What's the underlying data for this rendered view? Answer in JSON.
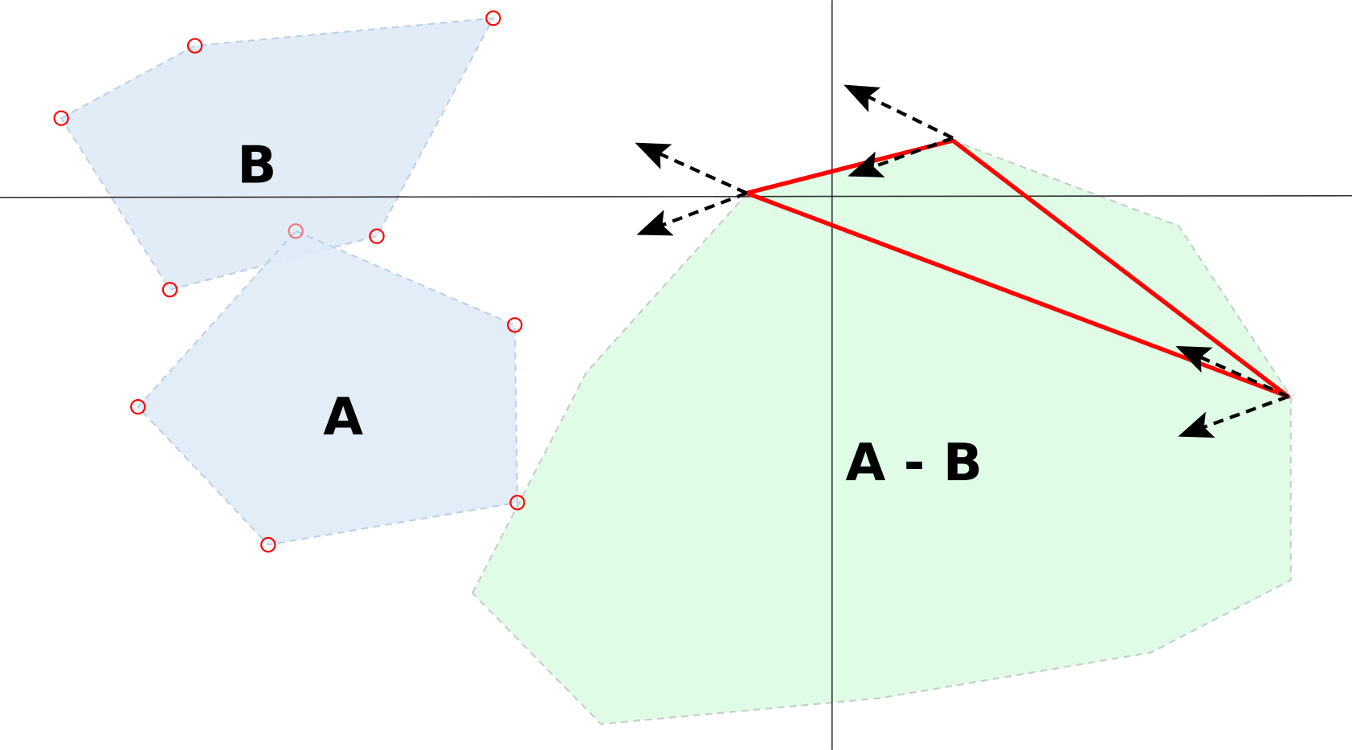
{
  "labels": {
    "shape_a": "A",
    "shape_b": "B",
    "difference": "A - B"
  },
  "colors": {
    "shape_fill": "#e0ebf7",
    "shape_stroke": "#bcd0e6",
    "difference_fill": "#e0fce6",
    "difference_stroke": "#c4cfc6",
    "vertex_marker": "#ff0000",
    "simplex": "#ff0000",
    "axis": "#000000",
    "direction_arrow": "#000000"
  }
}
